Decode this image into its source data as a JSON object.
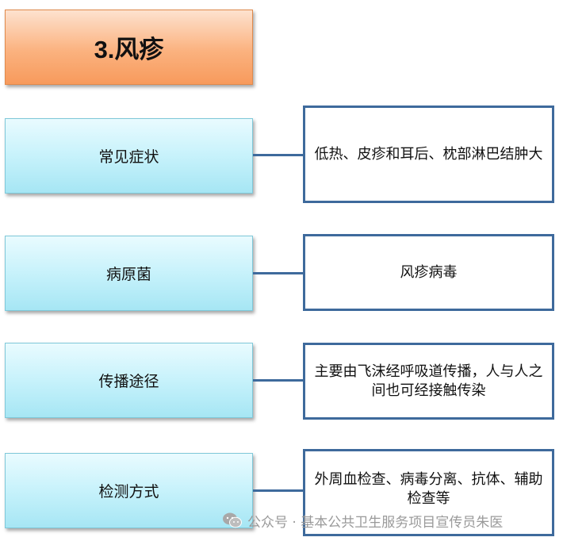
{
  "title": "3.风疹",
  "rows": [
    {
      "label": "常见症状",
      "detail": "低热、皮疹和耳后、枕部淋巴结肿大"
    },
    {
      "label": "病原菌",
      "detail": "风疹病毒"
    },
    {
      "label": "传播途径",
      "detail": "主要由飞沫经呼吸道传播，人与人之间也可经接触传染"
    },
    {
      "label": "检测方式",
      "detail": "外周血检查、病毒分离、抗体、辅助检查等"
    }
  ],
  "watermark": {
    "text": "公众号 · 基本公共卫生服务项目宣传员朱医",
    "icon": "wechat-icon"
  },
  "colors": {
    "title_fill": "#fbb27f",
    "label_fill": "#c7f2fb",
    "detail_border": "#3e6a9c",
    "connector": "#3e6a9c"
  }
}
